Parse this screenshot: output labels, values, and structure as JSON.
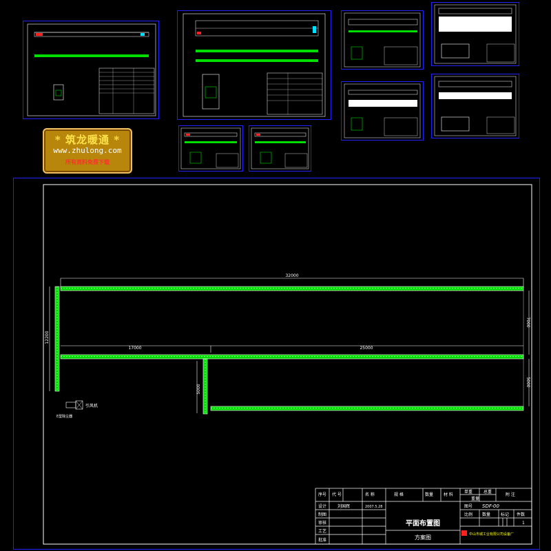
{
  "logo": {
    "title": "* 筑龙暖通 *",
    "url": "www.zhulong.com",
    "tagline": "所有资料免费下载"
  },
  "main": {
    "dim_top": "32000",
    "dim_left": "12200",
    "dim_mid_left": "17000",
    "dim_mid_right": "25000",
    "dim_right_upper": "7000",
    "dim_right_lower": "5000",
    "dim_lower_left": "5000",
    "fan_label": "引风机",
    "note_label": "E型除尘器"
  },
  "title_block": {
    "header": [
      "序号",
      "代 号",
      "名 称",
      "规 格",
      "数量",
      "材 料",
      "单重",
      "总重",
      "附 注"
    ],
    "weight_label": "重量",
    "rows": [
      {
        "role": "设计",
        "name": "刘国辉",
        "date": "2007.5.28"
      },
      {
        "role": "制图",
        "name": "",
        "date": ""
      },
      {
        "role": "审核",
        "name": "",
        "date": ""
      },
      {
        "role": "工艺",
        "name": "",
        "date": ""
      },
      {
        "role": "批准",
        "name": "",
        "date": ""
      }
    ],
    "drawing_title": "平面布置图",
    "drawing_subtitle": "方案图",
    "drawing_no_label": "图号",
    "drawing_no": "SDF-00",
    "scale_label": "比例",
    "qty_label": "数量",
    "mark_label": "标记",
    "sheets_label": "件数",
    "sheets_value": "1",
    "company": "中山市城工业有限公司设备厂"
  },
  "colors": {
    "frame": "#2222ff",
    "line": "#ffffff",
    "duct": "#00dd00",
    "accent": "#ff2020",
    "cyan": "#00e0ff",
    "yellow": "#ffff00"
  }
}
